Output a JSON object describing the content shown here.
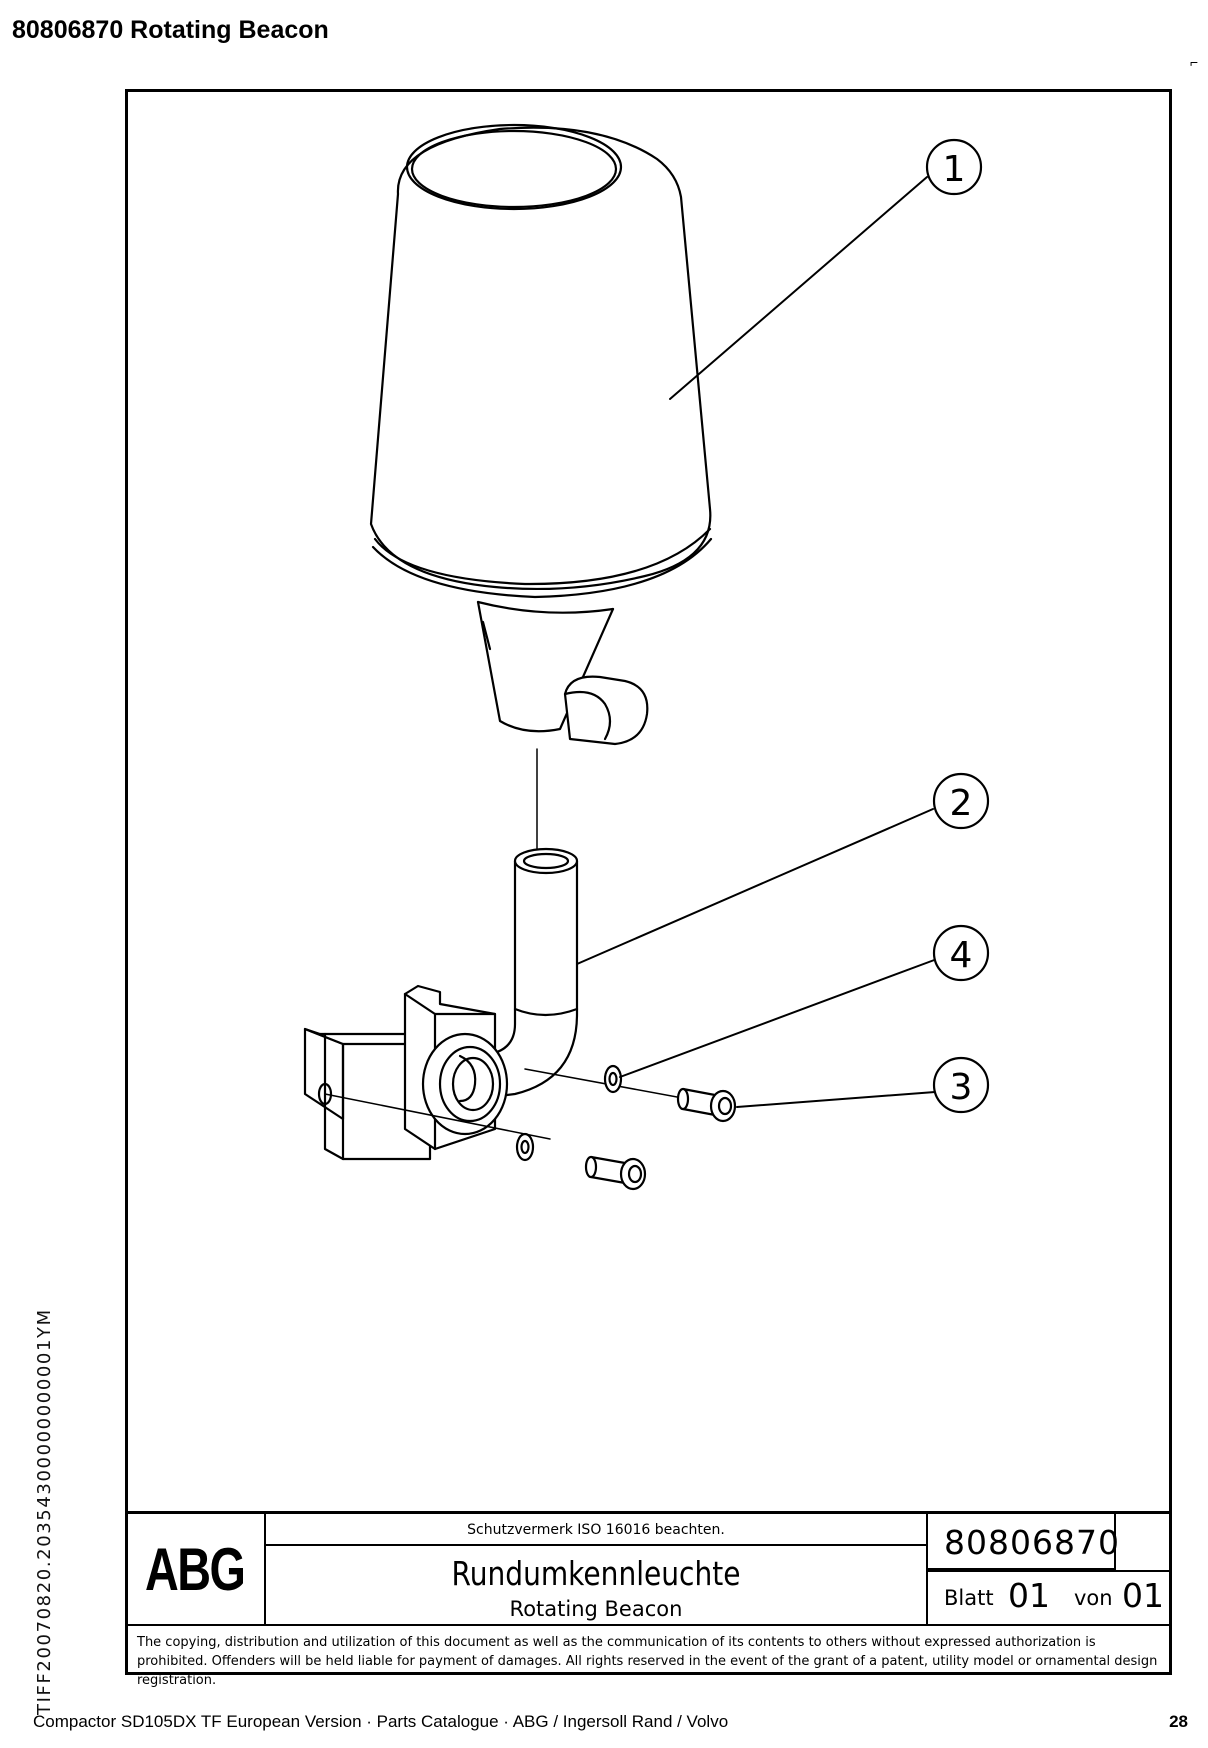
{
  "header": {
    "title": "80806870  Rotating Beacon"
  },
  "drawing": {
    "callouts": [
      "1",
      "2",
      "4",
      "3"
    ]
  },
  "title_block": {
    "logo": "ABG",
    "protection_note": "Schutzvermerk ISO 16016 beachten.",
    "title_de": "Rundumkennleuchte",
    "title_en": "Rotating Beacon",
    "drawing_number": "80806870",
    "sheet_label": "Blatt",
    "sheet_value": "01",
    "of_label": "von",
    "of_value": "01",
    "copyright": "The copying, distribution and utilization of this document as well as the communication of its contents to others without expressed authorization is prohibited. Offenders will be held liable for payment of damages. All rights reserved in the event of the grant of a patent, utility model or ornamental design registration."
  },
  "side_id": "TIFF20070820.20354300000000001YM",
  "footer": {
    "text": "Compactor SD105DX TF European Version  ·  Parts Catalogue  ·  ABG / Ingersoll Rand / Volvo",
    "page": "28"
  }
}
